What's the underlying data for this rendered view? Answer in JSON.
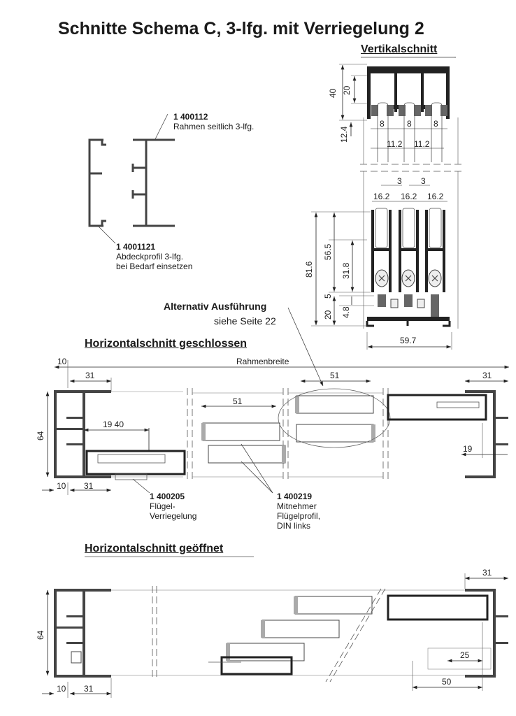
{
  "title": "Schnitte Schema C, 3-lfg. mit Verriegelung 2",
  "sections": {
    "vertical": "Vertikalschnitt",
    "horizontal_closed": "Horizontalschnitt geschlossen",
    "horizontal_open": "Horizontalschnitt geöffnet"
  },
  "parts": {
    "frame": {
      "number": "1 400112",
      "desc": "Rahmen seitlich 3-lfg."
    },
    "cover": {
      "number": "1 4001121",
      "desc1": "Abdeckprofil 3-lfg.",
      "desc2": "bei Bedarf einsetzen"
    },
    "lock": {
      "number": "1 400205",
      "desc1": "Flügel-",
      "desc2": "Verriegelung"
    },
    "carrier": {
      "number": "1 400219",
      "desc1": "Mitnehmer",
      "desc2": "Flügelprofil,",
      "desc3": "DIN links"
    }
  },
  "alternative": {
    "label": "Alternativ Ausführung",
    "ref": "siehe Seite 22"
  },
  "dimensions": {
    "vertical": {
      "d40": "40",
      "d20_top": "20",
      "d12_4": "12.4",
      "d8": "8",
      "d11_2": "11.2",
      "d3": "3",
      "d16_2": "16.2",
      "d81_6": "81.6",
      "d56_5": "56.5",
      "d31_8": "31.8",
      "d5": "5",
      "d4_8": "4.8",
      "d20_bottom": "20",
      "d59_7": "59.7"
    },
    "closed": {
      "d10": "10",
      "rahmenbreite": "Rahmenbreite",
      "d31_left": "31",
      "d31_right": "31",
      "d51_a": "51",
      "d51_b": "51",
      "d64": "64",
      "d19_40": "19 40",
      "d19": "19",
      "d10_bottom": "10",
      "d31_bottom": "31"
    },
    "open": {
      "d31_right": "31",
      "d64": "64",
      "d25": "25",
      "d50": "50",
      "d10": "10",
      "d31_left": "31"
    }
  }
}
